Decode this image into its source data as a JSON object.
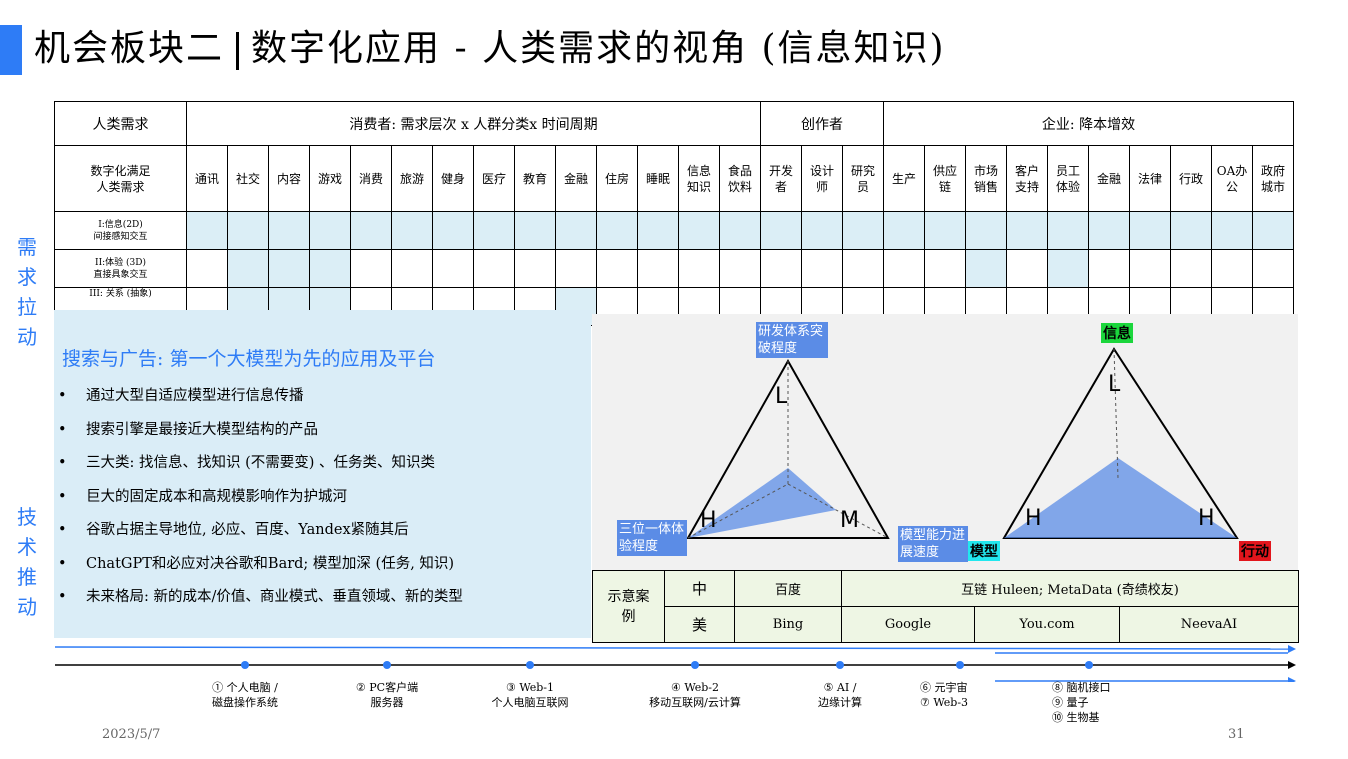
{
  "title": {
    "left": "机会板块二",
    "right": "数字化应用 - 人类需求的视角 (信息知识)"
  },
  "matrix": {
    "groups": {
      "need": "人类需求",
      "consumer": "消费者: 需求层次 x 人群分类x 时间周期",
      "creator": "创作者",
      "enterprise": "企业: 降本增效"
    },
    "row_header": "数字化满足\n人类需求",
    "columns": [
      "通讯",
      "社交",
      "内容",
      "游戏",
      "消费",
      "旅游",
      "健身",
      "医疗",
      "教育",
      "金融",
      "住房",
      "睡眠",
      "信息知识",
      "食品饮料",
      "开发者",
      "设计师",
      "研究员",
      "生产",
      "供应链",
      "市场销售",
      "客户支持",
      "员工体验",
      "金融",
      "法律",
      "行政",
      "OA办公",
      "政府城市"
    ],
    "rows": [
      {
        "label": "I:信息(2D)\n间接感知交互"
      },
      {
        "label": "II:体验 (3D)\n直接具象交互"
      },
      {
        "label": "III: 关系 (抽象)"
      }
    ]
  },
  "side_labels": {
    "demand": "需求拉动",
    "tech": "技术推动"
  },
  "panel": {
    "title": "搜索与广告: 第一个大模型为先的应用及平台",
    "bullets": [
      "通过大型自适应模型进行信息传播",
      "搜索引擎是最接近大模型结构的产品",
      "三大类: 找信息、找知识 (不需要变) 、任务类、知识类",
      "巨大的固定成本和高规模影响作为护城河",
      "谷歌占据主导地位, 必应、百度、Yandex紧随其后",
      "ChatGPT和必应对决谷歌和Bard; 模型加深 (任务, 知识)",
      "未来格局: 新的成本/价值、商业模式、垂直领域、新的类型"
    ]
  },
  "diagram": {
    "left": {
      "top_label": "研发体系突破程度",
      "left_label": "三位一体体验程度",
      "right_label": "模型能力进展速度",
      "letters": [
        "L",
        "H",
        "M"
      ]
    },
    "right": {
      "top_label": "信息",
      "left_label": "模型",
      "right_label": "行动",
      "letters": [
        "L",
        "H",
        "H"
      ]
    },
    "colors": {
      "fill": "#5b8ce6",
      "green": "#1bd63c",
      "cyan": "#22e7ee",
      "red": "#e2151c"
    }
  },
  "examples": {
    "label": "示意案例",
    "cn": {
      "region": "中",
      "items": [
        "百度",
        "互链 Huleen; MetaData (奇绩校友)"
      ]
    },
    "us": {
      "region": "美",
      "items": [
        "Bing",
        "Google",
        "You.com",
        "NeevaAI"
      ]
    }
  },
  "timeline": [
    {
      "line1": "① 个人电脑 /",
      "line2": "磁盘操作系统"
    },
    {
      "line1": "② PC客户端",
      "line2": "服务器"
    },
    {
      "line1": "③ Web-1",
      "line2": "个人电脑互联网"
    },
    {
      "line1": "④ Web-2",
      "line2": "移动互联网/云计算"
    },
    {
      "line1": "⑤ AI /",
      "line2": "边缘计算"
    },
    {
      "line1": "⑥ 元宇宙",
      "line2": "⑦ Web-3"
    },
    {
      "line1": "⑧ 脑机接口",
      "line2": "⑨ 量子",
      "line3": "⑩ 生物基"
    }
  ],
  "footer": {
    "date": "2023/5/7",
    "page": "31"
  }
}
